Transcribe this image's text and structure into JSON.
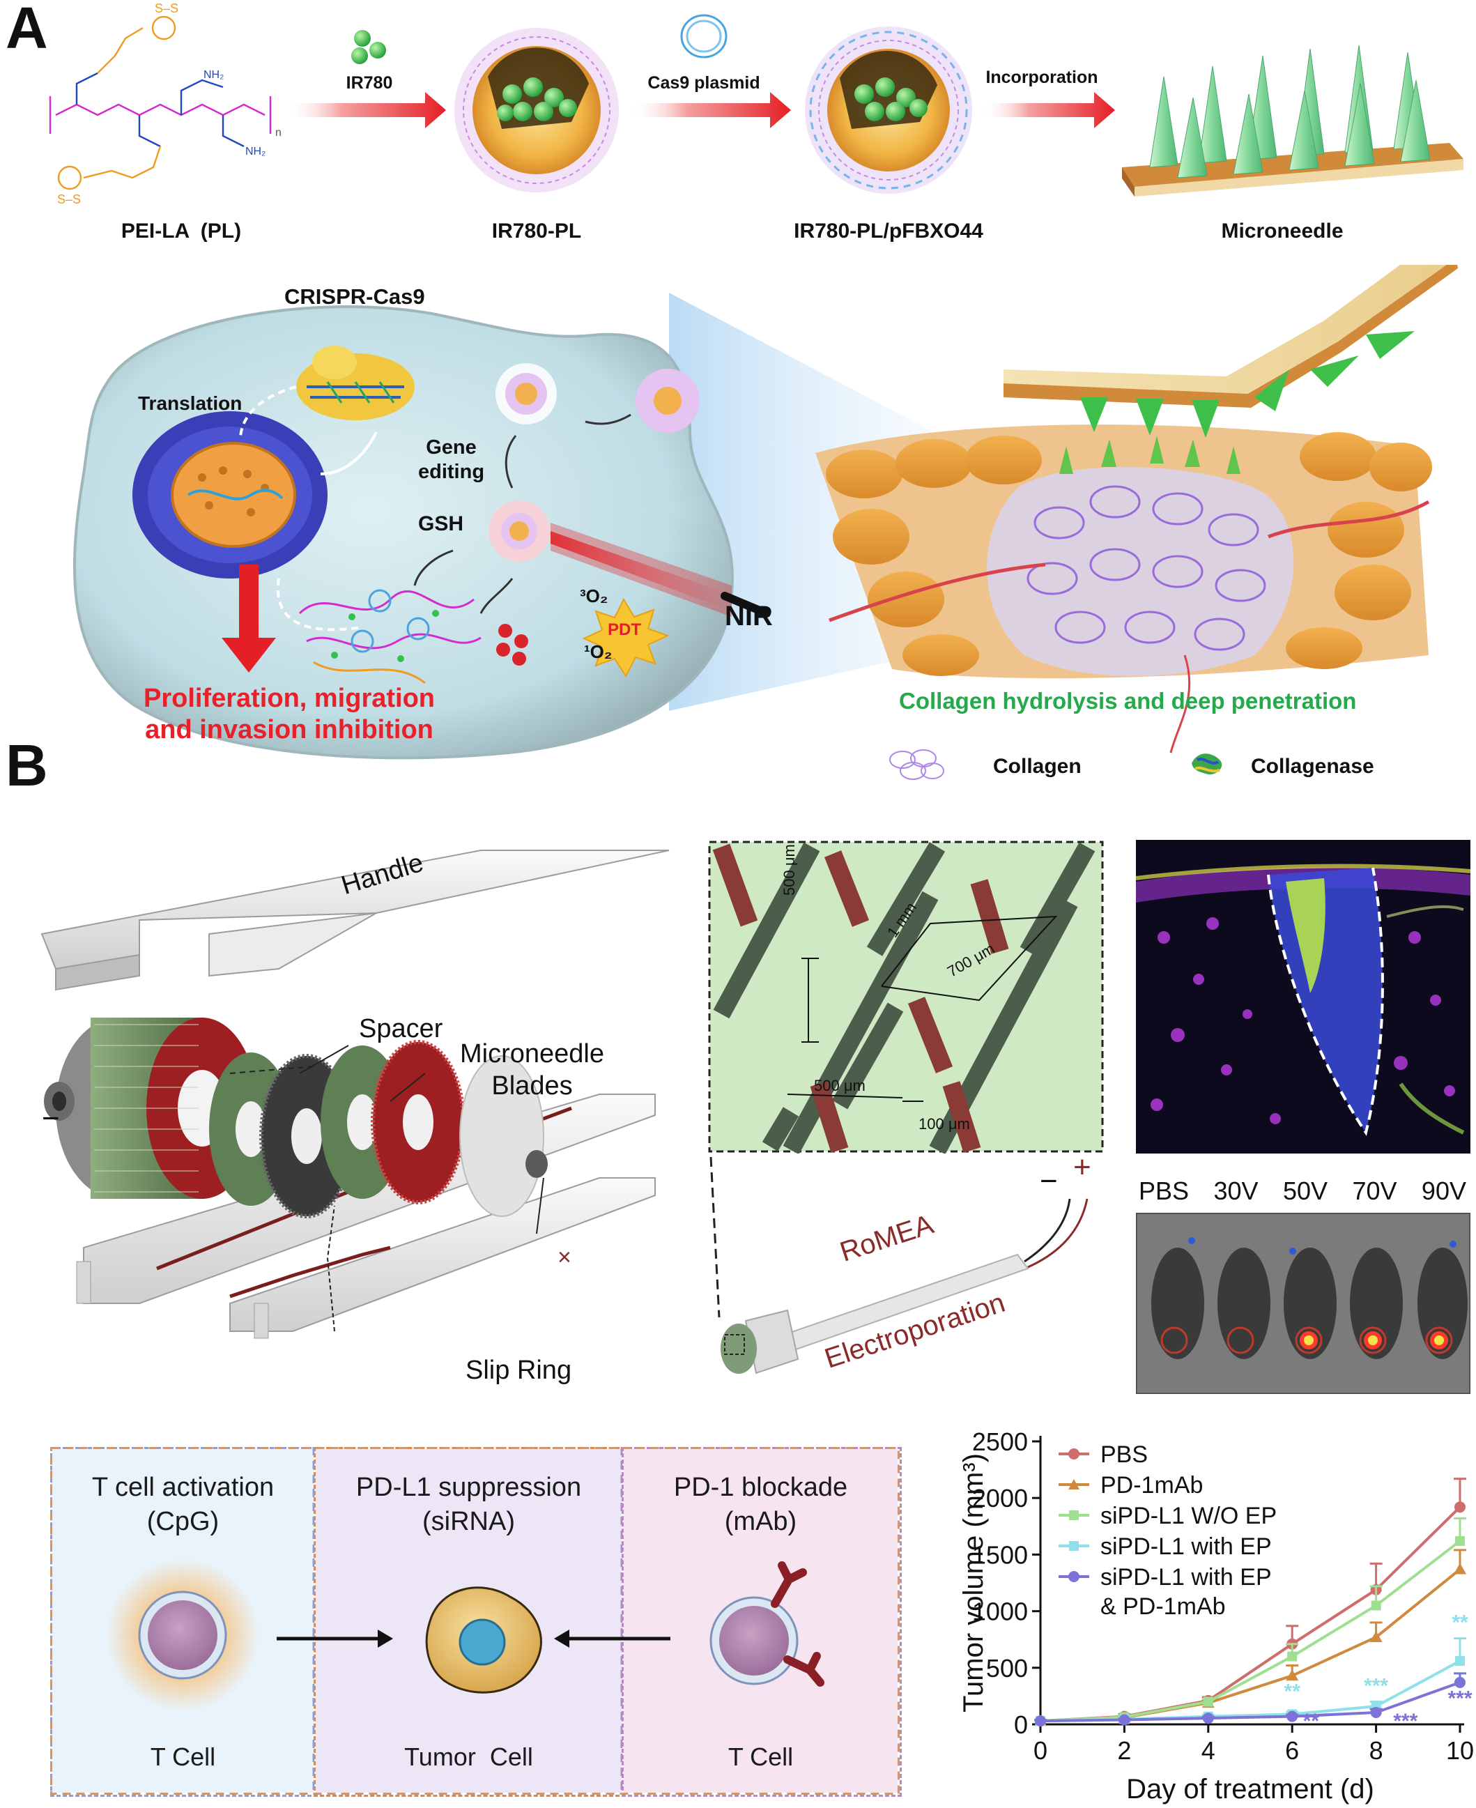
{
  "panelA": {
    "letter": "A",
    "synthesis": {
      "pl_label": "PEI-LA  (PL)",
      "ir780_pl_label": "IR780-PL",
      "ir780_pl_pfbxo44_label": "IR780-PL/pFBXO44",
      "microneedle_label": "Microneedle",
      "arrow1_label": "IR780",
      "arrow2_label": "Cas9 plasmid",
      "arrow3_label": "Incorporation"
    },
    "cell": {
      "crispr_label": "CRISPR-Cas9",
      "translation_label": "Translation",
      "gene_editing_label": "Gene\nediting",
      "gsh_label": "GSH",
      "singlet_label": "¹O₂",
      "triplet_label": "³O₂",
      "pdt_label": "PDT",
      "nir_label": "NIR",
      "inhibition_label": "Proliferation, migration\nand invasion inhibition"
    },
    "skin": {
      "caption": "Collagen hydrolysis and deep penetration",
      "legend_collagen": "Collagen",
      "legend_collagenase": "Collagenase"
    }
  },
  "panelB": {
    "letter": "B",
    "device": {
      "handle_label": "Handle",
      "spacer_label": "Spacer",
      "blades_label": "Microneedle\nBlades",
      "slip_ring_label": "Slip Ring",
      "minus": "−",
      "plus": "×"
    },
    "zoom": {
      "dim_500_vertical": "500 μm",
      "dim_1mm": "1 mm",
      "dim_700": "700 μm",
      "dim_500_horizontal": "500 μm",
      "dim_100": "100 μm"
    },
    "roller": {
      "romea_label": "RoMEA",
      "electroporation_label": "Electroporation",
      "minus": "−",
      "plus": "+"
    },
    "imaging": {
      "groups": [
        "PBS",
        "30V",
        "50V",
        "70V",
        "90V"
      ]
    },
    "mechanism": [
      {
        "title": "T cell activation\n(CpG)",
        "cell_label": "T Cell",
        "bg": "#e9f3fb",
        "border": "#8f9fcc"
      },
      {
        "title": "PD-L1 suppression\n(siRNA)",
        "cell_label": "Tumor  Cell",
        "bg": "#ece6f6",
        "border": "#d38a55"
      },
      {
        "title": "PD-1 blockade\n(mAb)",
        "cell_label": "T Cell",
        "bg": "#f6e4f1",
        "border": "#b48ac0"
      }
    ]
  },
  "chart_data": {
    "type": "line",
    "xlabel": "Day of treatment (d)",
    "ylabel": "Tumor volume (mm³)",
    "x": [
      0,
      2,
      4,
      6,
      8,
      10
    ],
    "xticks": [
      "0",
      "2",
      "4",
      "6",
      "8",
      "10"
    ],
    "yticks": [
      "0",
      "500",
      "1000",
      "1500",
      "2000",
      "2500"
    ],
    "xlim": [
      0,
      10
    ],
    "ylim": [
      0,
      2500
    ],
    "legend_position": "top-left",
    "series": [
      {
        "name": "PBS",
        "color": "#cf6c6c",
        "marker": "circle",
        "values": [
          30,
          70,
          210,
          710,
          1190,
          1920
        ],
        "errors": [
          10,
          20,
          30,
          160,
          230,
          250
        ]
      },
      {
        "name": "PD-1mAb",
        "color": "#cf8a3d",
        "marker": "triangle",
        "values": [
          30,
          60,
          190,
          430,
          770,
          1370
        ],
        "errors": [
          10,
          15,
          25,
          90,
          130,
          170
        ]
      },
      {
        "name": "siPD-L1 W/O EP",
        "color": "#9ee08f",
        "marker": "square",
        "values": [
          30,
          65,
          200,
          600,
          1050,
          1620
        ],
        "errors": [
          10,
          15,
          25,
          110,
          170,
          200
        ]
      },
      {
        "name": "siPD-L1 with EP",
        "color": "#8fe0e8",
        "marker": "square",
        "values": [
          30,
          45,
          70,
          90,
          160,
          560
        ],
        "errors": [
          8,
          10,
          15,
          20,
          40,
          200
        ]
      },
      {
        "name": "siPD-L1 with EP\n& PD-1mAb",
        "color": "#7b73d6",
        "marker": "circle",
        "values": [
          30,
          40,
          55,
          70,
          105,
          370
        ],
        "errors": [
          8,
          10,
          12,
          15,
          30,
          80
        ]
      }
    ],
    "annotations": [
      {
        "x": 6,
        "y": 230,
        "text": "**",
        "color": "#8fe0e8"
      },
      {
        "x": 6.45,
        "y": -30,
        "text": "**",
        "color": "#7b73d6"
      },
      {
        "x": 8,
        "y": 280,
        "text": "***",
        "color": "#8fe0e8"
      },
      {
        "x": 8.7,
        "y": -30,
        "text": "***",
        "color": "#7b73d6"
      },
      {
        "x": 10,
        "y": 840,
        "text": "**",
        "color": "#8fe0e8"
      },
      {
        "x": 10,
        "y": 170,
        "text": "***",
        "color": "#7b73d6"
      }
    ]
  }
}
